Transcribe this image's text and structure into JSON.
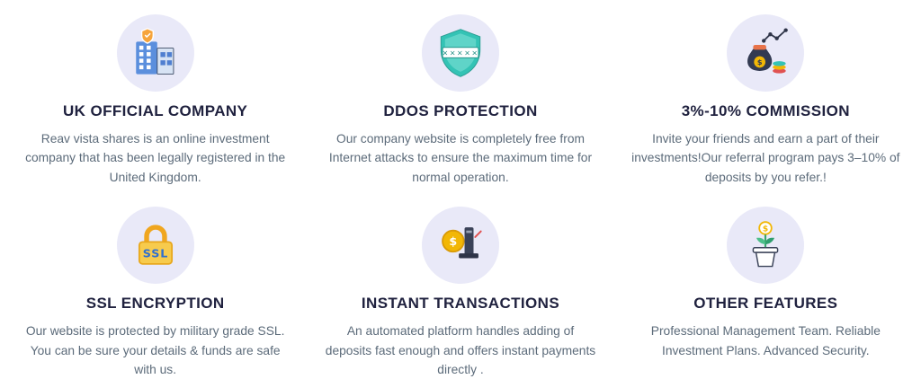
{
  "features": [
    {
      "icon": "building-icon",
      "title": "UK OFFICIAL COMPANY",
      "description": "Reav vista shares is an online investment company that has been legally registered in the United Kingdom."
    },
    {
      "icon": "ddos-shield-icon",
      "title": "DDOS PROTECTION",
      "description": "Our company website is completely free from Internet attacks to ensure the maximum time for normal operation."
    },
    {
      "icon": "commission-moneybag-icon",
      "title": "3%-10% COMMISSION",
      "description": "Invite your friends and earn a part of their investments!Our referral program pays 3–10% of deposits by you refer.!"
    },
    {
      "icon": "ssl-lock-icon",
      "title": "SSL ENCRYPTION",
      "description": "Our website is protected by military grade SSL. You can be sure your details & funds are safe with us."
    },
    {
      "icon": "instant-transaction-icon",
      "title": "INSTANT TRANSACTIONS",
      "description": "An automated platform handles adding of deposits fast enough and offers instant payments directly ."
    },
    {
      "icon": "growth-plant-icon",
      "title": "OTHER FEATURES",
      "description": "Professional Management Team. Reliable Investment Plans. Advanced Security."
    }
  ],
  "colors": {
    "heading": "#20223f",
    "body_text": "#5c6b7a",
    "icon_circle": "#e9e9f8",
    "teal": "#34c3b5",
    "gold": "#f2b705",
    "blue": "#4f7fd0",
    "dark_navy": "#2e3448",
    "orange": "#e8734a"
  }
}
